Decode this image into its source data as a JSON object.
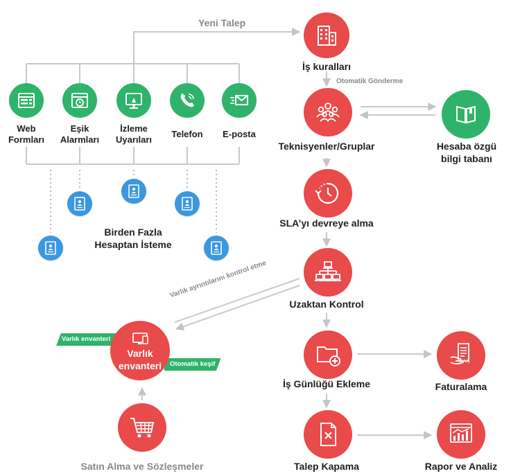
{
  "top_label": "Yeni Talep",
  "flow_labels": {
    "auto_send": "Otomatik Gönderme",
    "check_details": "Varlık ayrıntılarını kontrol etme"
  },
  "channels": [
    {
      "label": "Web\nFormları",
      "icon": "web-form-icon"
    },
    {
      "label": "Eşik\nAlarmları",
      "icon": "threshold-alarm-icon"
    },
    {
      "label": "İzleme\nUyarıları",
      "icon": "monitor-icon"
    },
    {
      "label": "Telefon",
      "icon": "phone-icon"
    },
    {
      "label": "E-posta",
      "icon": "email-icon"
    }
  ],
  "multi_account": "Birden Fazla\nHesaptan İsteme",
  "main_flow": [
    {
      "label": "İş kuralları",
      "icon": "building-icon"
    },
    {
      "label": "Teknisyenler/Gruplar",
      "icon": "group-icon"
    },
    {
      "label": "SLA’yı devreye alma",
      "icon": "clock-icon"
    },
    {
      "label": "Uzaktan Kontrol",
      "icon": "network-icon"
    },
    {
      "label": "İş Günlüğü Ekleme",
      "icon": "folder-add-icon"
    },
    {
      "label": "Talep Kapama",
      "icon": "close-document-icon"
    }
  ],
  "side_nodes": {
    "knowledge_base": "Hesaba özgü\nbilgi tabanı",
    "billing": "Faturalama",
    "reports": "Rapor ve Analiz"
  },
  "asset": {
    "label": "Varlık\nenvanteri",
    "tag_left": "Varlık envanteri",
    "tag_right": "Otomatik keşif"
  },
  "purchase": "Satın Alma ve Sözleşmeler",
  "colors": {
    "red": "#e94a4a",
    "green": "#2fb36a",
    "blue": "#3a97e0",
    "line": "#c9c9c9"
  }
}
